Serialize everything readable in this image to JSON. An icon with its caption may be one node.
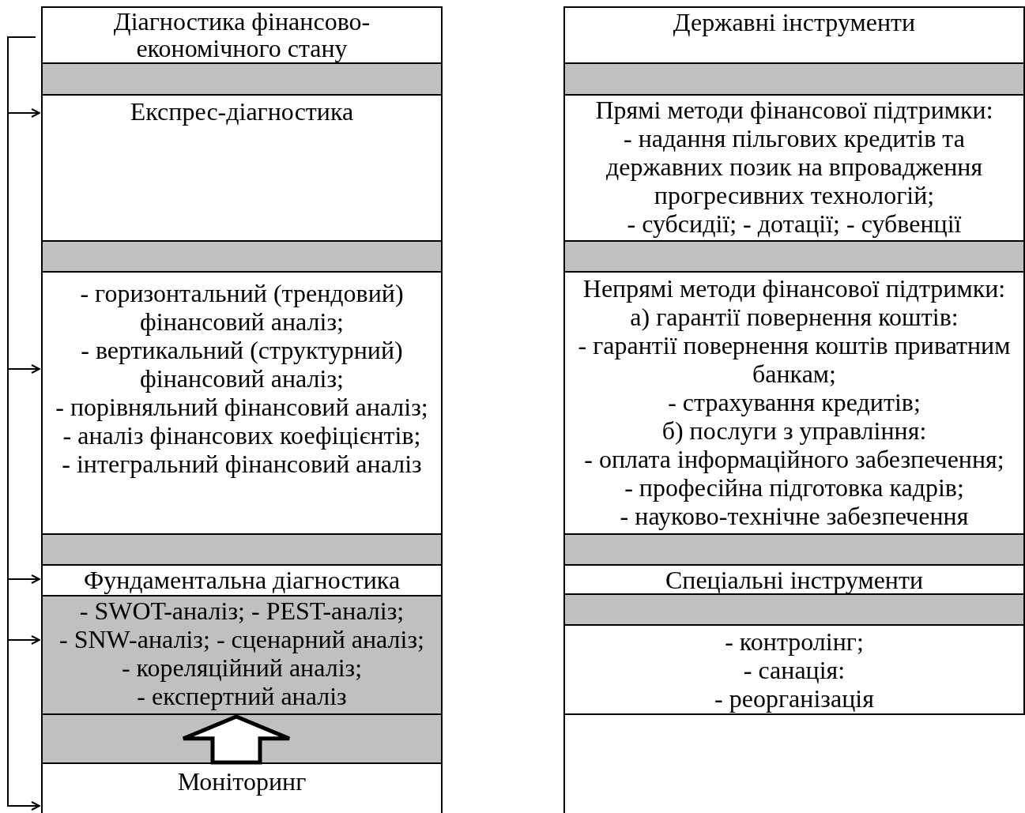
{
  "diagram": {
    "nodes": [
      {
        "text": [
          "Діагностика фінансово-економічного стану"
        ]
      },
      {
        "text": [
          "Експрес-діагностика"
        ]
      },
      {
        "text": [
          "- горизонтальний (трендовий) фінансовий аналіз;",
          "- вертикальний (структурний) фінансовий аналіз;",
          "- порівняльний фінансовий аналіз;",
          "- аналіз фінансових коефіцієнтів;",
          "- інтегральний фінансовий аналіз"
        ]
      },
      {
        "text": [
          "Фундаментальна діагностика"
        ]
      },
      {
        "text": [
          "- SWOT-аналіз; - PEST-аналіз;",
          "- SNW-аналіз; - сценарний аналіз;",
          "- кореляційний аналіз;",
          "- експертний аналіз"
        ]
      },
      {
        "text": [
          "Моніторинг"
        ]
      },
      {
        "text": [
          "Державні інструменти"
        ]
      },
      {
        "text": [
          "Прямі методи фінансової підтримки:",
          "- надання пільгових кредитів та державних позик на впровадження прогресивних технологій;",
          "- субсидії; - дотації; - субвенції"
        ]
      },
      {
        "text": [
          "Непрямі методи фінансової підтримки:",
          "а) гарантії повернення коштів:",
          "- гарантії повернення коштів приватним банкам;",
          "- страхування кредитів;",
          "б) послуги з управління:",
          "- оплата інформаційного забезпечення;",
          "- професійна підготовка кадрів;",
          "- науково-технічне забезпечення"
        ]
      },
      {
        "text": [
          "Спеціальні інструменти"
        ]
      },
      {
        "text": [
          "- контролінг;",
          "- санація:",
          "- реорганізація"
        ]
      },
      {
        "text": [],
        "shape": "bar"
      },
      {
        "text": [],
        "shape": "bar"
      },
      {
        "text": [],
        "shape": "bar"
      },
      {
        "text": [],
        "shape": "bar"
      },
      {
        "text": [],
        "shape": "bar"
      },
      {
        "text": [],
        "shape": "bar"
      },
      {
        "text": [],
        "shape": "bar"
      },
      {
        "text": [],
        "shape": "bar"
      }
    ],
    "edges": [
      {
        "from": 0,
        "to": 1,
        "arrow": "to"
      },
      {
        "from": 0,
        "to": 2,
        "arrow": "to"
      },
      {
        "from": 0,
        "to": 3,
        "arrow": "to"
      },
      {
        "from": 0,
        "to": 4,
        "arrow": "to"
      },
      {
        "from": 0,
        "to": 5,
        "arrow": "to"
      },
      {
        "from": 5,
        "to": 4,
        "arrow": "to",
        "style": "thick"
      }
    ]
  }
}
